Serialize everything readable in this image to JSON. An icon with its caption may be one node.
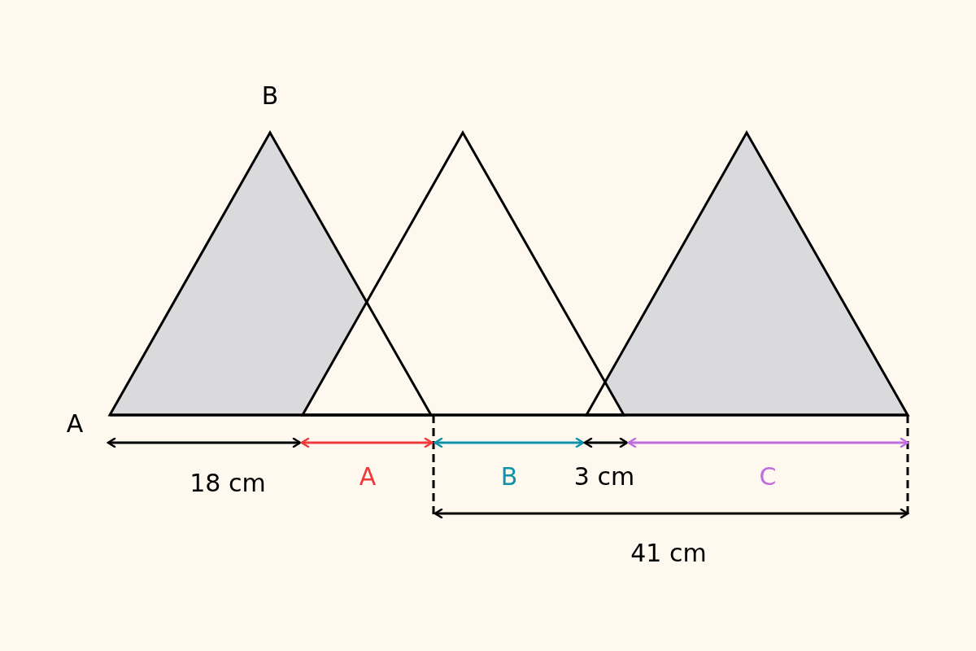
{
  "diagram": {
    "labels": [
      "B",
      "A",
      "18 cm",
      "A",
      "B",
      "3 cm",
      "C",
      "41 cm"
    ]
  }
}
